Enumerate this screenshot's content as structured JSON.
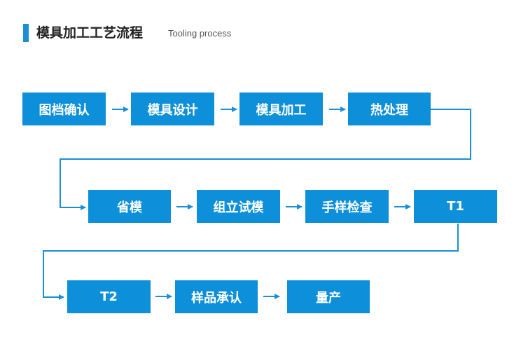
{
  "header": {
    "title_cn": "模具加工工艺流程",
    "title_en": "Tooling process"
  },
  "steps": [
    "图档确认",
    "模具设计",
    "模具加工",
    "热处理",
    "省模",
    "组立试模",
    "手样检查",
    "T1",
    "T2",
    "样品承认",
    "量产"
  ],
  "colors": {
    "box": "#0e8fd9",
    "line": "#1b8fd6",
    "accent": "#1b8fd6"
  }
}
